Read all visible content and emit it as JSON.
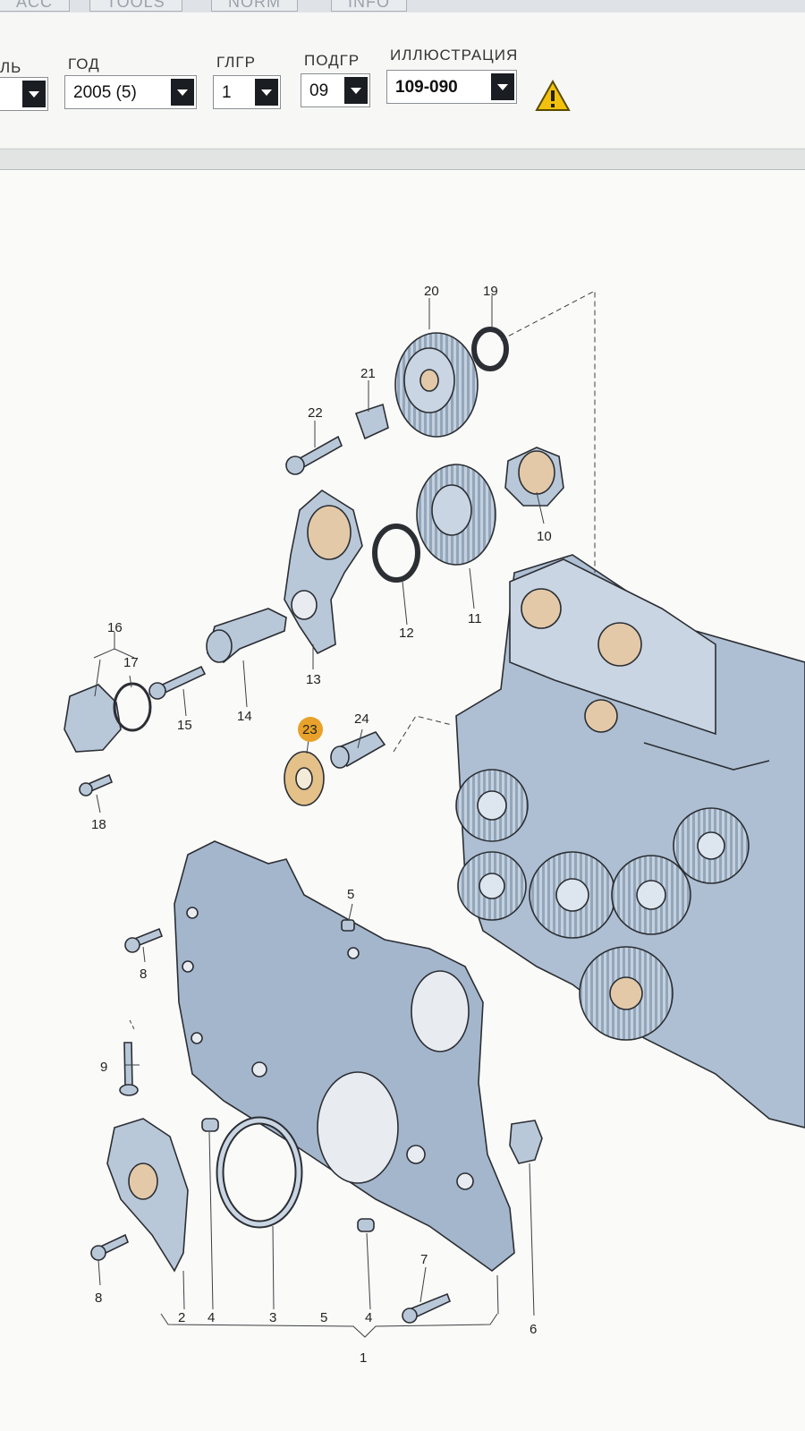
{
  "tabs": [
    "ACC",
    "TOOLS",
    "NORM",
    "INFO"
  ],
  "filters": {
    "model_label": "ЛЬ",
    "year_label": "ГОД",
    "year_value": "2005 (5)",
    "main_group_label": "ГЛГР",
    "main_group_value": "1",
    "sub_group_label": "ПОДГР",
    "sub_group_value": "09",
    "illustration_label": "ИЛЛЮСТРАЦИЯ",
    "illustration_value": "109-090"
  },
  "callouts": {
    "n1": "1",
    "n2": "2",
    "n3": "3",
    "n4a": "4",
    "n4b": "4",
    "n5a": "5",
    "n5b": "5",
    "n6": "6",
    "n7": "7",
    "n8a": "8",
    "n8b": "8",
    "n9": "9",
    "n10": "10",
    "n11": "11",
    "n12": "12",
    "n13": "13",
    "n14": "14",
    "n15": "15",
    "n16": "16",
    "n17": "17",
    "n18": "18",
    "n19": "19",
    "n20": "20",
    "n21": "21",
    "n22": "22",
    "n23": "23",
    "n24": "24"
  },
  "colors": {
    "part_fill": "#b9c8d9",
    "part_stroke": "#2b2e33",
    "highlight": "#e8a12a"
  }
}
